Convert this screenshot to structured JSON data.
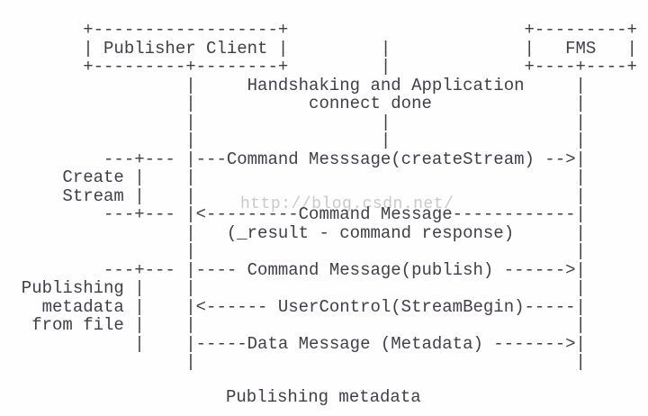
{
  "figure": {
    "type": "ascii-sequence-diagram",
    "caption": "Publishing metadata",
    "actors": [
      "Publisher Client",
      "FMS"
    ],
    "note": "Handshaking and Application connect done",
    "left_phase_labels": [
      "Create Stream",
      "Publishing metadata from file"
    ],
    "messages": [
      {
        "text": "Command Messsage(createStream)",
        "direction": "right"
      },
      {
        "text": "Command Message (_result - command response)",
        "direction": "left"
      },
      {
        "text": "Command Message(publish)",
        "direction": "right"
      },
      {
        "text": "UserControl(StreamBegin)",
        "direction": "left"
      },
      {
        "text": "Data Message (Metadata)",
        "direction": "right"
      }
    ]
  },
  "watermark": {
    "text": "http://blog.csdn.net/"
  },
  "diagram": {
    "lines": [
      "        +------------------+                       +---------+",
      "        | Publisher Client |         |             |   FMS   |",
      "        +---------+--------+         |             +----+----+",
      "                  |     Handshaking and Application     |",
      "                  |           connect done              |",
      "                  |                  |                  |",
      "                  |                  |                  |",
      "          ---+--- |---Command Messsage(createStream) -->|",
      "      Create |    |                                     |",
      "      Stream |    |                                     |",
      "          ---+--- |<---------Command Message------------|",
      "                  |   (_result - command response)      |",
      "                  |                                     |",
      "          ---+--- |---- Command Message(publish) ------>|",
      "  Publishing |    |                                     |",
      "    metadata |    |<------ UserControl(StreamBegin)-----|",
      "   from file |    |                                     |",
      "             |    |-----Data Message (Metadata) ------->|",
      "                  |                                     |"
    ]
  },
  "colors": {
    "text": "#423d47",
    "watermark": "#c9c9c9",
    "background": "#fefefe"
  }
}
